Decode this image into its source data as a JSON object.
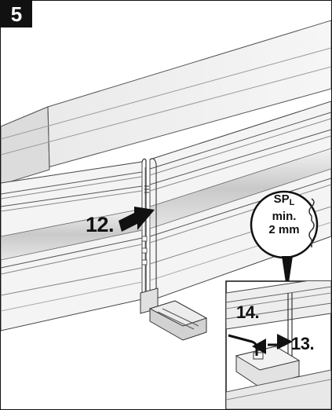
{
  "step_number": "5",
  "callouts": {
    "step_12": "12.",
    "step_13": "13.",
    "step_14": "14."
  },
  "spacing_note": {
    "label": "SP",
    "subscript": "L",
    "line2": "min.",
    "line3": "2 mm"
  }
}
